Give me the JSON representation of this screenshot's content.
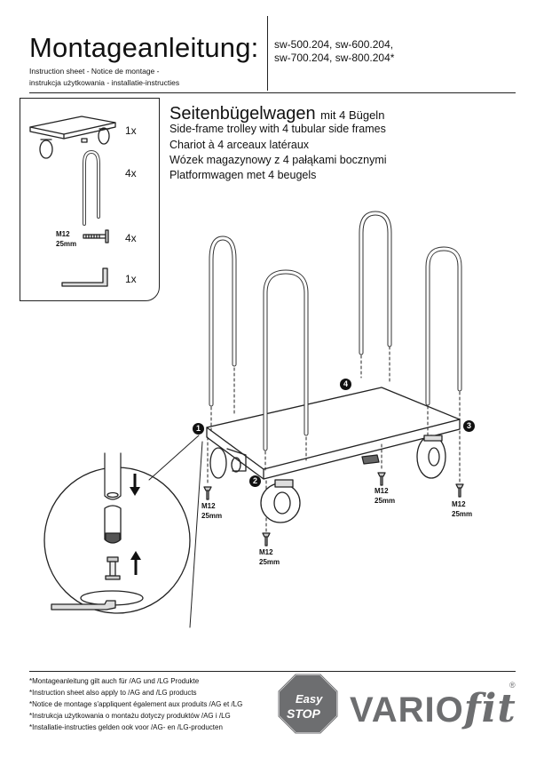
{
  "header": {
    "title": "Montageanleitung:",
    "subtitle_line1": "Instruction sheet - Notice de montage  -",
    "subtitle_line2": "instrukcja użytkowania - installatie-instructies",
    "models_line1": "sw-500.204, sw-600.204,",
    "models_line2": "sw-700.204, sw-800.204*"
  },
  "parts": [
    {
      "name": "trolley-platform",
      "qty": "1x"
    },
    {
      "name": "side-frame",
      "qty": "4x"
    },
    {
      "name": "screw",
      "qty": "4x",
      "spec_line1": "M12",
      "spec_line2": "25mm"
    },
    {
      "name": "hex-key",
      "qty": "1x"
    }
  ],
  "product": {
    "heading": "Seitenbügelwagen",
    "heading_suffix": "mit 4 Bügeln",
    "line_en": "Side-frame trolley with 4 tubular side frames",
    "line_fr": "Chariot à 4 arceaux latéraux",
    "line_pl": "Wózek magazynowy z 4 pałąkami bocznymi",
    "line_nl": "Platformwagen met 4 beugels"
  },
  "steps": [
    "1",
    "2",
    "3",
    "4"
  ],
  "screw_labels": {
    "spec_line1": "M12",
    "spec_line2": "25mm"
  },
  "footnotes": [
    "*Montageanleitung gilt auch für /AG und /LG Produkte",
    "*Instruction sheet also apply to /AG and /LG products",
    "*Notice de montage s'appliquent également aux produits /AG et /LG",
    "*Instrukcja użytkowania o montażu dotyczy produktów /AG i /LG",
    "*Installatie-instructies gelden ook voor /AG- en /LG-producten"
  ],
  "badge": {
    "line1": "Easy",
    "line2": "STOP",
    "shape": "octagon",
    "color": "#6d6e70"
  },
  "brand": {
    "part1": "VARIO",
    "part2": "fit",
    "reg": "®",
    "color": "#6d6e70"
  },
  "icons": [
    "arrow-down-icon",
    "arrow-up-icon",
    "hex-key-icon",
    "screw-icon",
    "wheel-icon"
  ]
}
